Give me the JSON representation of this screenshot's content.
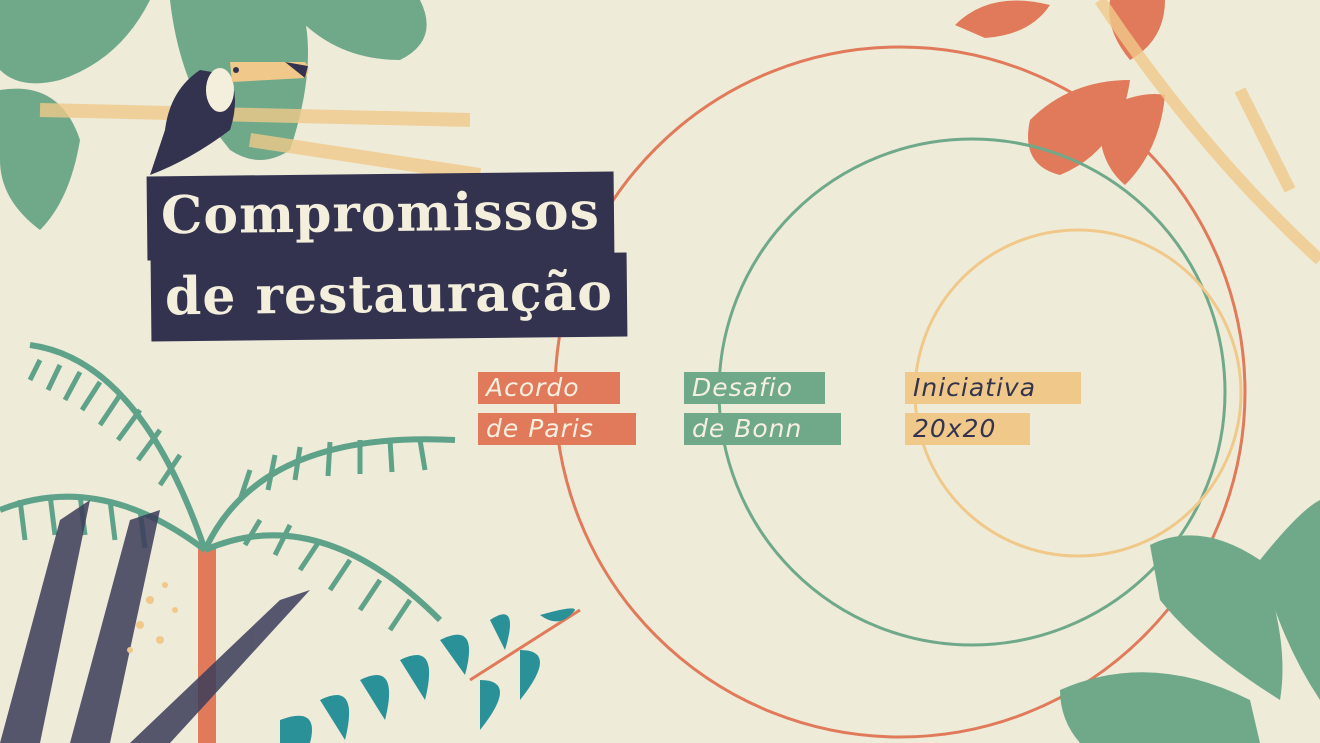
{
  "title": {
    "line1": "Compromissos",
    "line2": "de restauração"
  },
  "circles": [
    {
      "name": "Acordo de Paris",
      "line1": "Acordo",
      "line2": "de Paris",
      "color": "#e07a5a"
    },
    {
      "name": "Desafio de Bonn",
      "line1": "Desafio",
      "line2": "de Bonn",
      "color": "#6fa98a"
    },
    {
      "name": "Iniciativa 20x20",
      "line1": "Iniciativa",
      "line2": "20x20",
      "color": "#f0c98a"
    }
  ],
  "colors": {
    "background": "#efebd9",
    "navy": "#33334f",
    "teal": "#2a9198"
  }
}
